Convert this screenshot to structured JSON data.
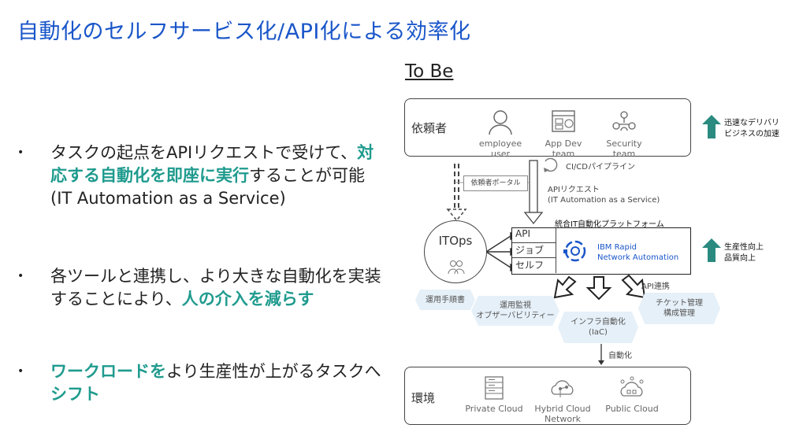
{
  "title": "自動化のセルフサービス化/API化による効率化",
  "bullets": [
    {
      "parts": [
        "タスクの起点をAPIリクエストで受けて、",
        "対応する自動化を即座に実行",
        "することが可能",
        "(IT Automation as a Service)"
      ]
    },
    {
      "parts": [
        "各ツールと連携し、より大きな自動化を実装することにより、",
        "人の介入を減らす"
      ]
    },
    {
      "parts": [
        "ワークロードを",
        "より生産性が上がるタスクへ",
        "シフト"
      ]
    }
  ],
  "diagram": {
    "heading": "To Be",
    "requesters": {
      "label": "依頼者",
      "items": [
        {
          "icon": "person-icon",
          "line1": "employee",
          "line2": "user"
        },
        {
          "icon": "app-dev-icon",
          "line1": "App Dev",
          "line2": "team"
        },
        {
          "icon": "security-icon",
          "line1": "Security",
          "line2": "team"
        }
      ]
    },
    "note_top": {
      "line1": "迅速なデリバリ",
      "line2": "ビジネスの加速"
    },
    "cicd": "CI/CDパイプライン",
    "portal": "依頼者ポータル",
    "api_request": {
      "line1": "APIリクエスト",
      "line2": "(IT Automation as a Service)"
    },
    "itops": "ITOps",
    "platform": {
      "title": "統合IT自動化プラットフォーム",
      "tabs": [
        "API",
        "ジョブ",
        "セルフ"
      ],
      "product_line1": "IBM Rapid",
      "product_line2": "Network Automation"
    },
    "note_mid": {
      "line1": "生産性向上",
      "line2": "品質向上"
    },
    "api_link": "API連携",
    "hexes": [
      {
        "line1": "運用手順書",
        "line2": ""
      },
      {
        "line1": "運用監視",
        "line2": "オブザーバビリティー"
      },
      {
        "line1": "インフラ自動化",
        "line2": "(IaC)"
      },
      {
        "line1": "チケット管理",
        "line2": "構成管理"
      }
    ],
    "automation": "自動化",
    "environment": {
      "label": "環境",
      "items": [
        {
          "icon": "server-icon",
          "line1": "Private Cloud",
          "line2": ""
        },
        {
          "icon": "hybrid-cloud-icon",
          "line1": "Hybrid Cloud",
          "line2": "Network"
        },
        {
          "icon": "public-cloud-icon",
          "line1": "Public Cloud",
          "line2": ""
        }
      ]
    },
    "colors": {
      "accent": "#1f9b8e",
      "title": "#1a56c9",
      "hex_fill": "#e6f0f8",
      "product": "#1a56c9"
    }
  }
}
